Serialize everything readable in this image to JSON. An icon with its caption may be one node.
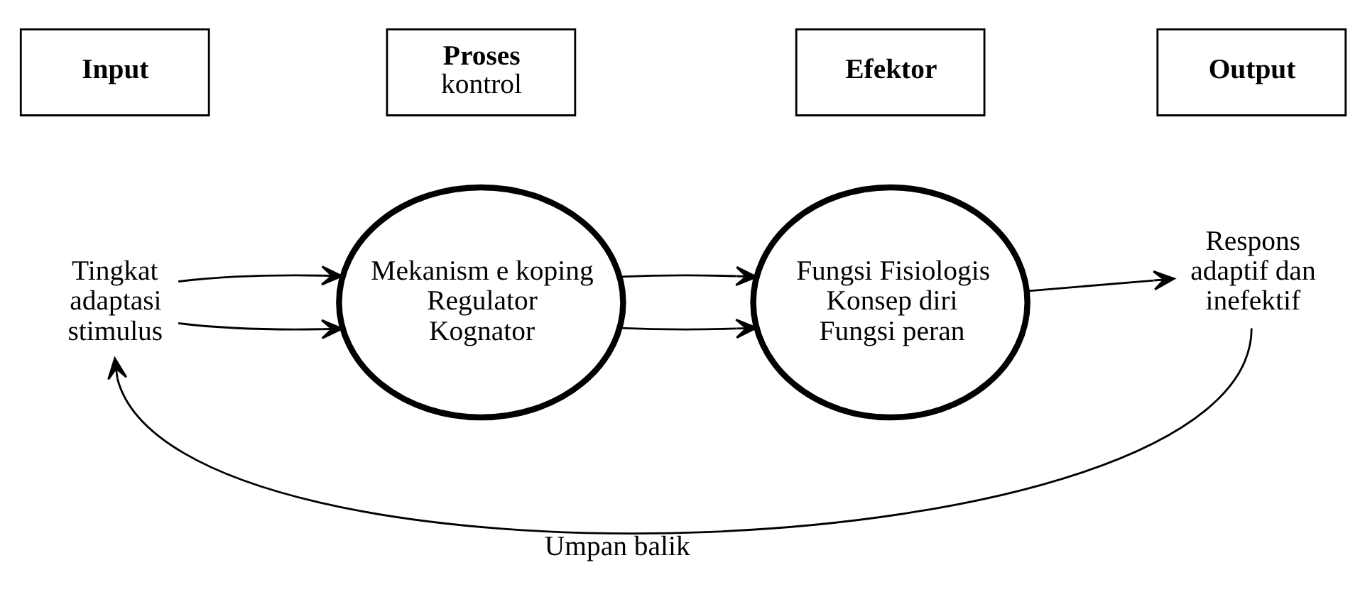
{
  "diagram": {
    "nodes": [
      {
        "text": [
          "Input"
        ]
      },
      {
        "text": [
          "Proses",
          "kontrol"
        ]
      },
      {
        "text": [
          "Efektor"
        ]
      },
      {
        "text": [
          "Output"
        ]
      },
      {
        "text": [
          "Tingkat adaptasi stimulus"
        ]
      },
      {
        "text": [
          "Mekanism e koping",
          "Regulator",
          "Kognator"
        ]
      },
      {
        "text": [
          "Fungsi Fisiologis",
          "Konsep diri",
          "Fungsi peran"
        ]
      },
      {
        "text": [
          "Respons adaptif dan inefektif"
        ]
      }
    ],
    "edges": [
      {
        "from": 4,
        "to": 5,
        "arrow": "to"
      },
      {
        "from": 4,
        "to": 5,
        "arrow": "to"
      },
      {
        "from": 5,
        "to": 6,
        "arrow": "to"
      },
      {
        "from": 5,
        "to": 6,
        "arrow": "to"
      },
      {
        "from": 6,
        "to": 7,
        "arrow": "to"
      },
      {
        "from": 7,
        "to": 4,
        "arrow": "to",
        "label": "Umpan balik"
      }
    ]
  }
}
